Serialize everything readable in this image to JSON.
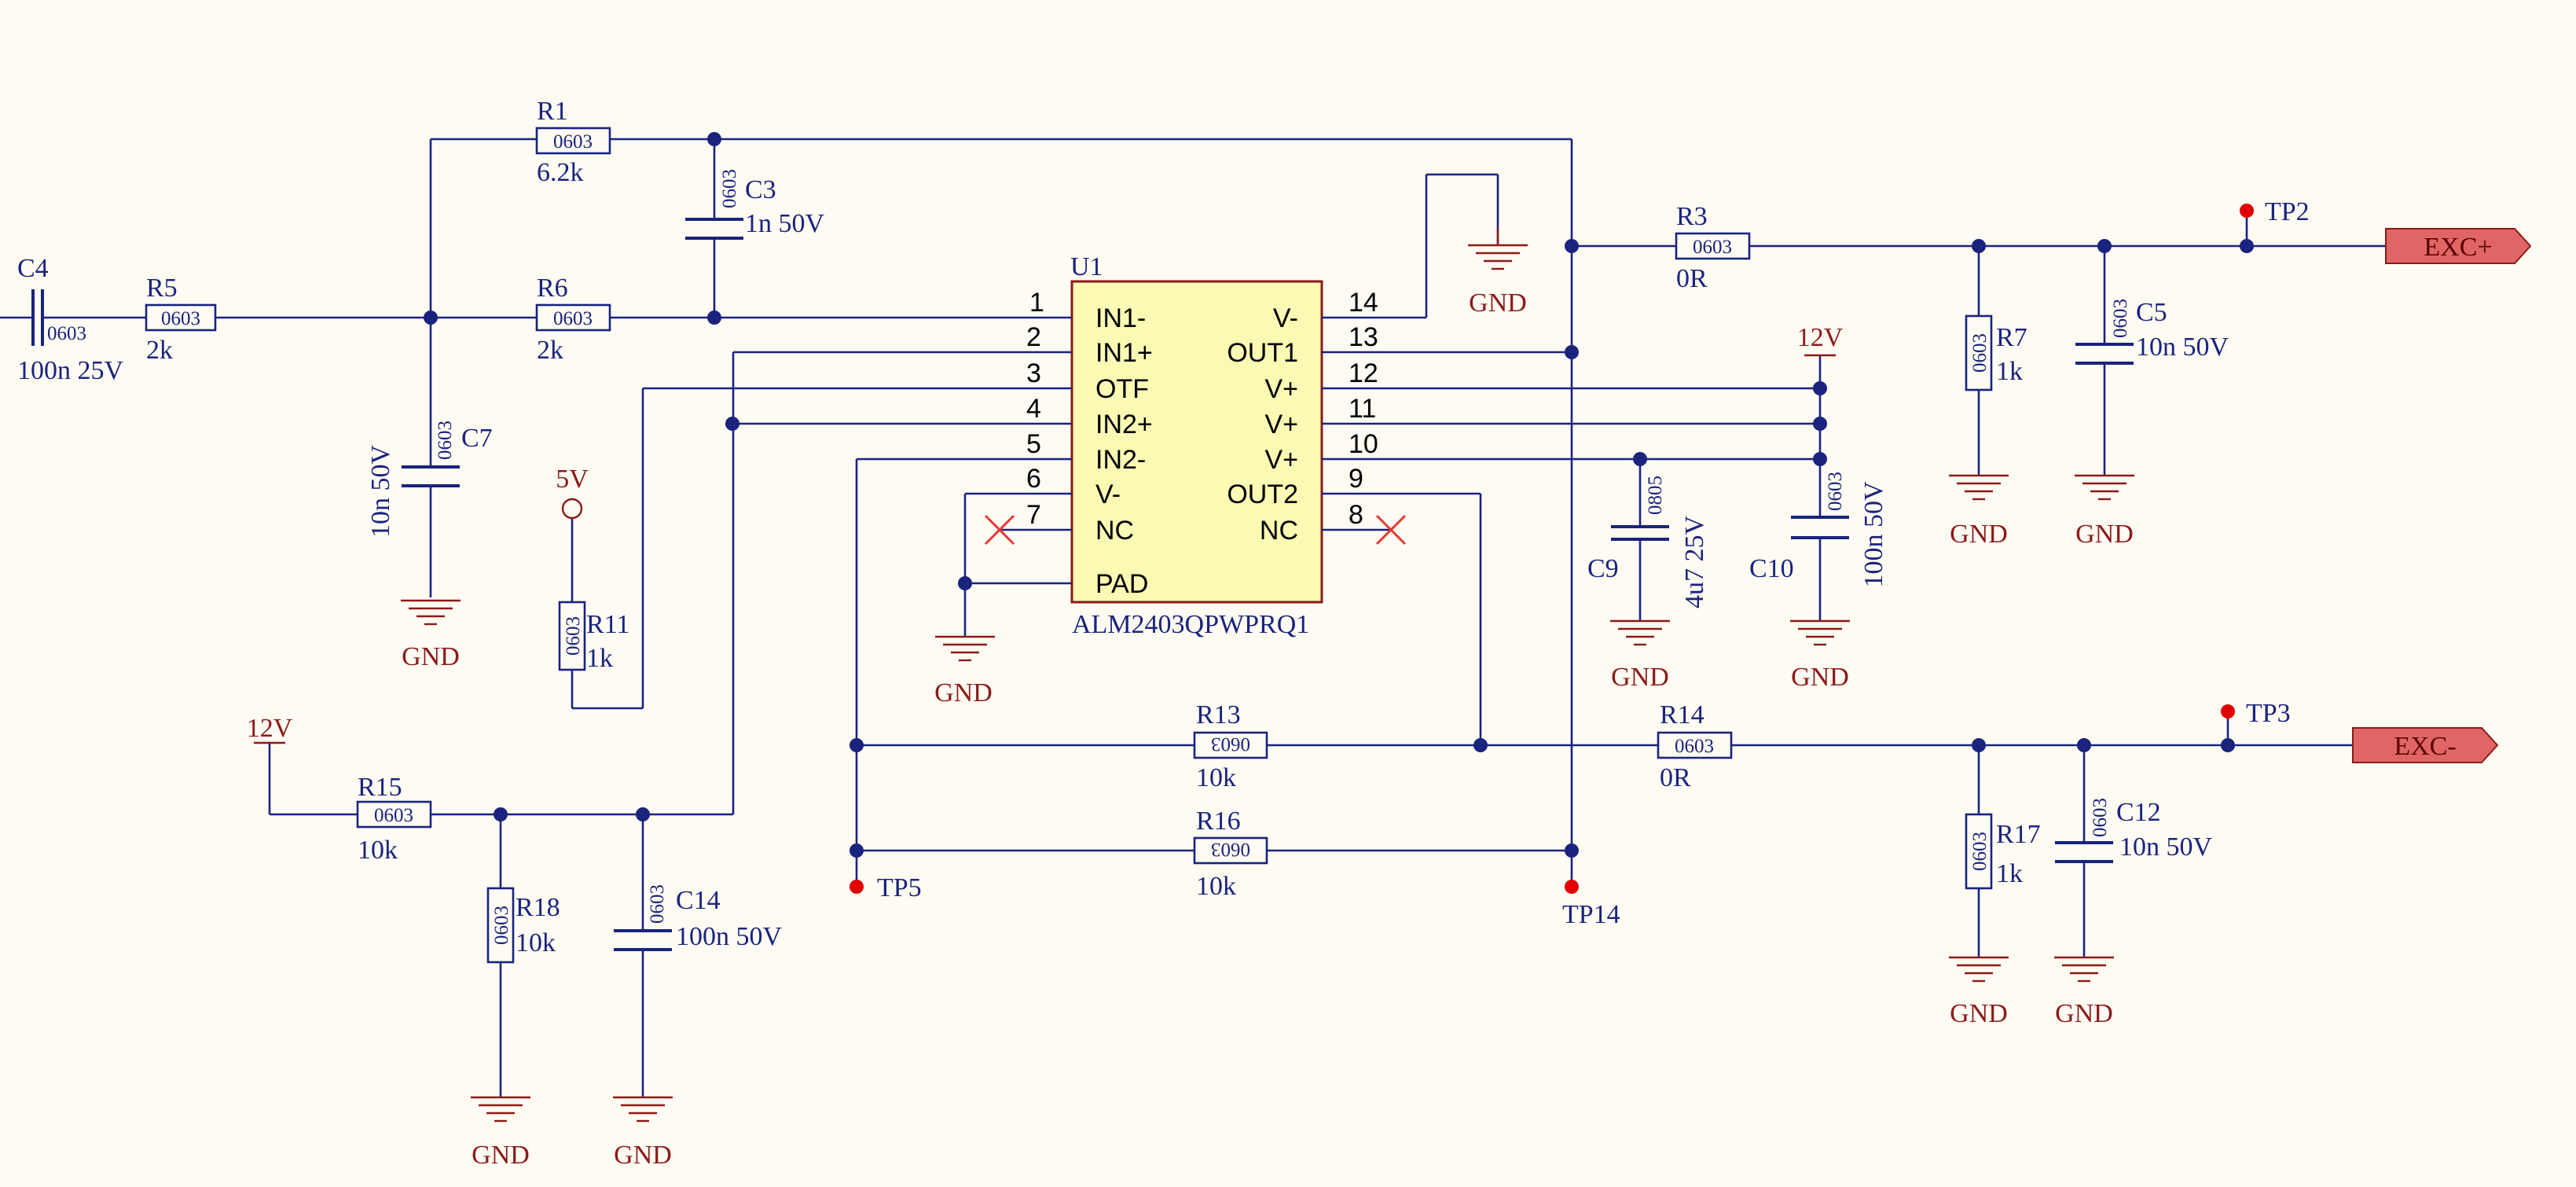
{
  "ic": {
    "ref": "U1",
    "part": "ALM2403QPWPRQ1",
    "left_pins": [
      {
        "num": "1",
        "name": "IN1-"
      },
      {
        "num": "2",
        "name": "IN1+"
      },
      {
        "num": "3",
        "name": "OTF"
      },
      {
        "num": "4",
        "name": "IN2+"
      },
      {
        "num": "5",
        "name": "IN2-"
      },
      {
        "num": "6",
        "name": "V-"
      },
      {
        "num": "7",
        "name": "NC"
      },
      {
        "num": "",
        "name": "PAD"
      }
    ],
    "right_pins": [
      {
        "num": "14",
        "name": "V-"
      },
      {
        "num": "13",
        "name": "OUT1"
      },
      {
        "num": "12",
        "name": "V+"
      },
      {
        "num": "11",
        "name": "V+"
      },
      {
        "num": "10",
        "name": "V+"
      },
      {
        "num": "9",
        "name": "OUT2"
      },
      {
        "num": "8",
        "name": "NC"
      }
    ]
  },
  "resistors": [
    {
      "ref": "R1",
      "pkg": "0603",
      "value": "6.2k"
    },
    {
      "ref": "R5",
      "pkg": "0603",
      "value": "2k"
    },
    {
      "ref": "R6",
      "pkg": "0603",
      "value": "2k"
    },
    {
      "ref": "R3",
      "pkg": "0603",
      "value": "0R"
    },
    {
      "ref": "R7",
      "pkg": "0603",
      "value": "1k"
    },
    {
      "ref": "R11",
      "pkg": "0603",
      "value": "1k"
    },
    {
      "ref": "R13",
      "pkg": "0603",
      "value": "10k"
    },
    {
      "ref": "R14",
      "pkg": "0603",
      "value": "0R"
    },
    {
      "ref": "R15",
      "pkg": "0603",
      "value": "10k"
    },
    {
      "ref": "R16",
      "pkg": "0603",
      "value": "10k"
    },
    {
      "ref": "R17",
      "pkg": "0603",
      "value": "1k"
    },
    {
      "ref": "R18",
      "pkg": "0603",
      "value": "10k"
    }
  ],
  "capacitors": [
    {
      "ref": "C3",
      "pkg": "0603",
      "value": "1n 50V"
    },
    {
      "ref": "C4",
      "pkg": "0603",
      "value": "100n 25V"
    },
    {
      "ref": "C5",
      "pkg": "0603",
      "value": "10n 50V"
    },
    {
      "ref": "C7",
      "pkg": "0603",
      "value": "10n 50V"
    },
    {
      "ref": "C9",
      "pkg": "0805",
      "value": "4u7 25V"
    },
    {
      "ref": "C10",
      "pkg": "0603",
      "value": "100n 50V"
    },
    {
      "ref": "C12",
      "pkg": "0603",
      "value": "10n 50V"
    },
    {
      "ref": "C14",
      "pkg": "0603",
      "value": "100n 50V"
    }
  ],
  "power": {
    "gnd": "GND",
    "v12": "12V",
    "v5": "5V"
  },
  "test_points": [
    "TP2",
    "TP3",
    "TP5",
    "TP14"
  ],
  "ports": {
    "exc_pos": "EXC+",
    "exc_neg": "EXC-"
  },
  "colors": {
    "wire": "#1a237e",
    "power": "#8b1a1a",
    "ic_fill": "#fafab4",
    "port": "#e06666",
    "testpoint": "#e00000"
  }
}
